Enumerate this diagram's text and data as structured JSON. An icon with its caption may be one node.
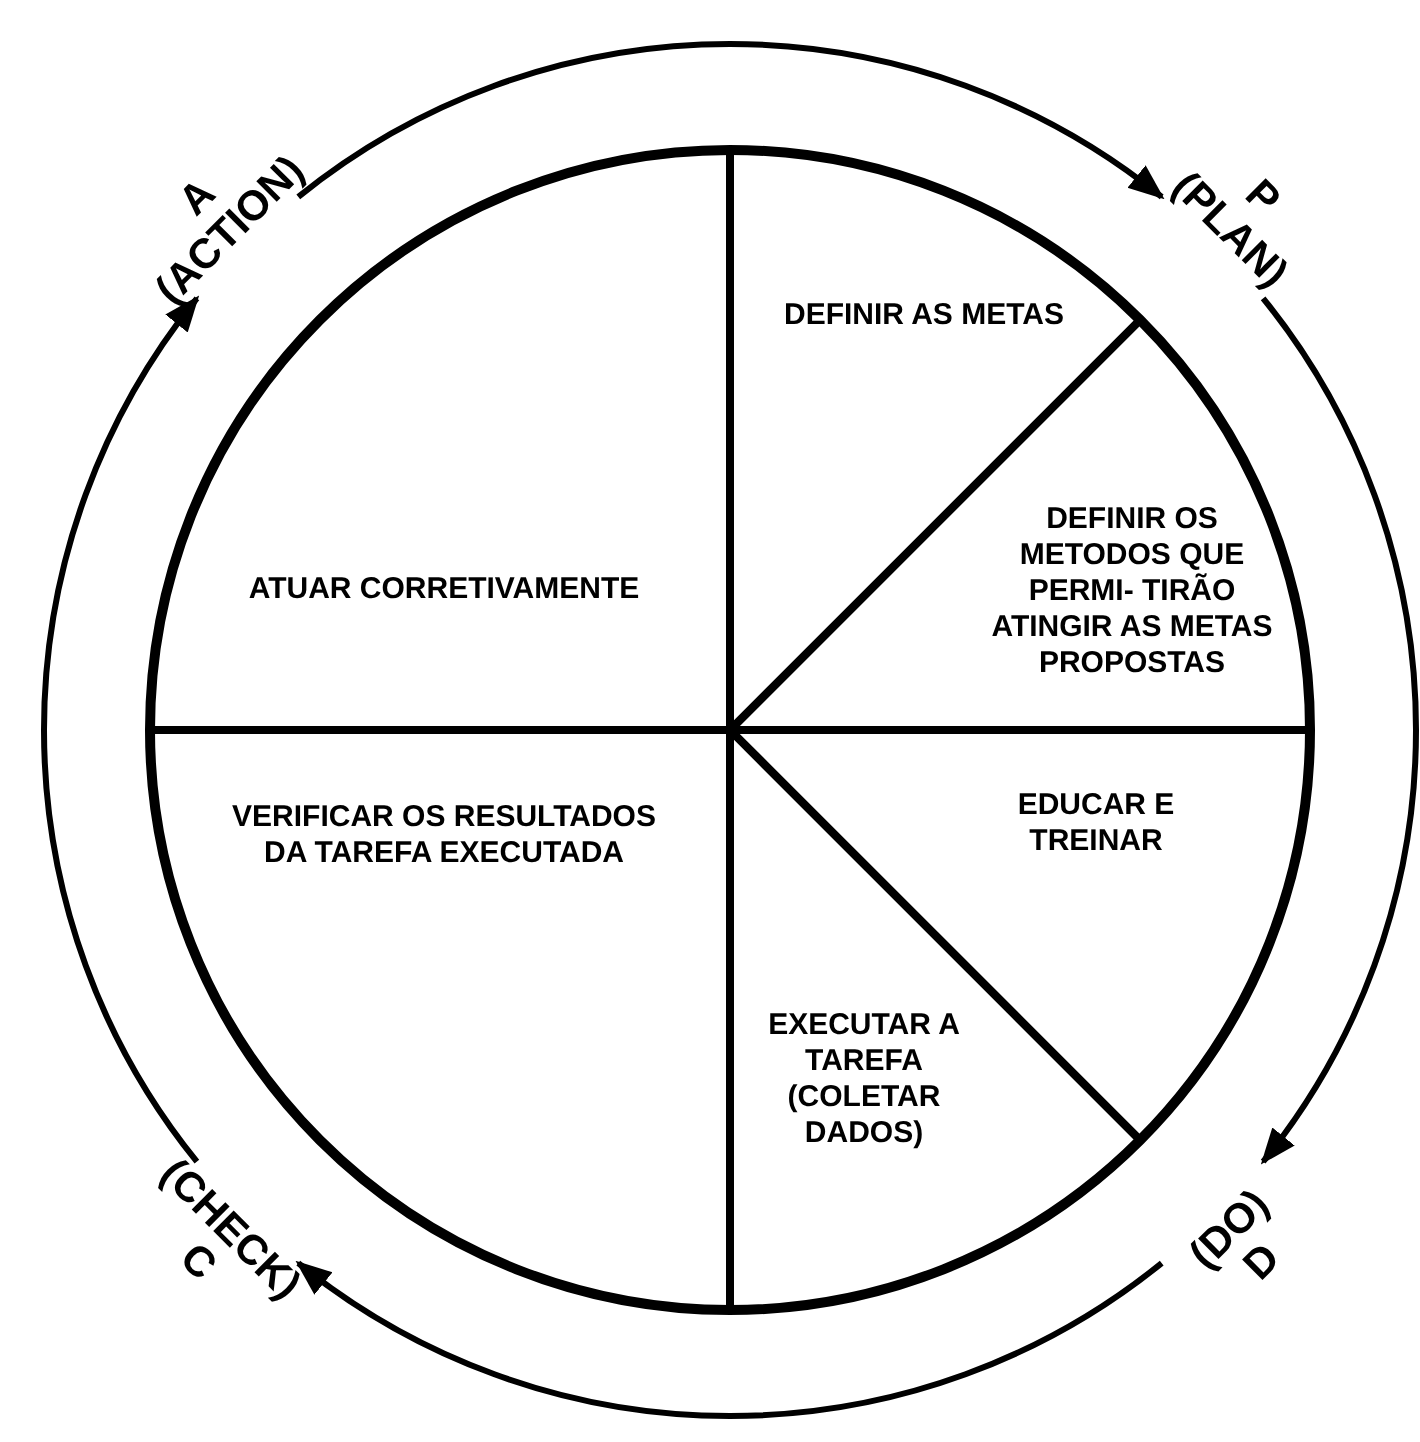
{
  "diagram": {
    "nodes": [
      {
        "text": [],
        "shape": "circle"
      },
      {
        "text": [
          "DEFINIR AS METAS"
        ],
        "in": 0
      },
      {
        "text": [
          "DEFINIR OS METODOS QUE PERMI- TIRÃO ATINGIR AS METAS PROPOSTAS"
        ],
        "in": 0
      },
      {
        "text": [
          "EDUCAR E TREINAR"
        ],
        "in": 0
      },
      {
        "text": [
          "EXECUTAR A TAREFA (COLETAR DADOS)"
        ],
        "in": 0
      },
      {
        "text": [
          "VERIFICAR OS RESULTADOS DA TAREFA EXECUTADA"
        ],
        "in": 0
      },
      {
        "text": [
          "ATUAR CORRETIVAMENTE"
        ],
        "in": 0
      },
      {
        "text": [
          "P",
          "(PLAN)"
        ]
      },
      {
        "text": [
          "(DO)",
          "D"
        ]
      },
      {
        "text": [
          "(CHECK)",
          "C"
        ]
      },
      {
        "text": [
          "A",
          "(ACTION)"
        ]
      }
    ],
    "edges": [
      {
        "from": 10,
        "to": 7,
        "arrow": "to"
      },
      {
        "from": 7,
        "to": 8,
        "arrow": "to"
      },
      {
        "from": 8,
        "to": 9,
        "arrow": "to"
      },
      {
        "from": 9,
        "to": 10,
        "arrow": "to"
      }
    ]
  }
}
